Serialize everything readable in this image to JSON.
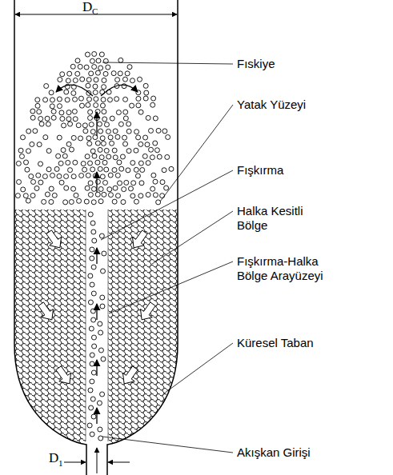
{
  "diagram": {
    "labels": [
      "D",
      "C",
      "Fıskiye",
      "Yatak Yüzeyi",
      "Fışkırma",
      "Halka Kesitli Bölge",
      "Fışkırma-Halka Bölge Arayüzeyi",
      "Küresel Taban",
      "D",
      "1",
      "Akışkan Girişi"
    ]
  }
}
